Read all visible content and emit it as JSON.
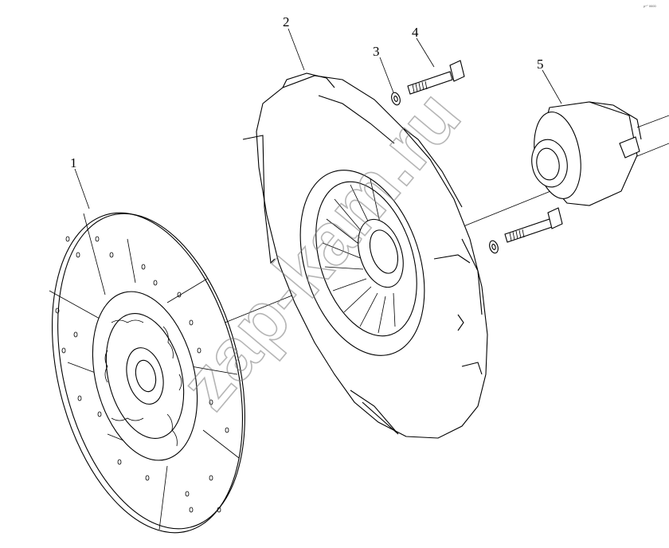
{
  "callouts": [
    {
      "id": "1",
      "label": "1"
    },
    {
      "id": "2",
      "label": "2"
    },
    {
      "id": "3",
      "label": "3"
    },
    {
      "id": "4",
      "label": "4"
    },
    {
      "id": "5",
      "label": "5"
    }
  ],
  "watermark": "zap-kam.ru",
  "corner_mark": "p^° 0000"
}
